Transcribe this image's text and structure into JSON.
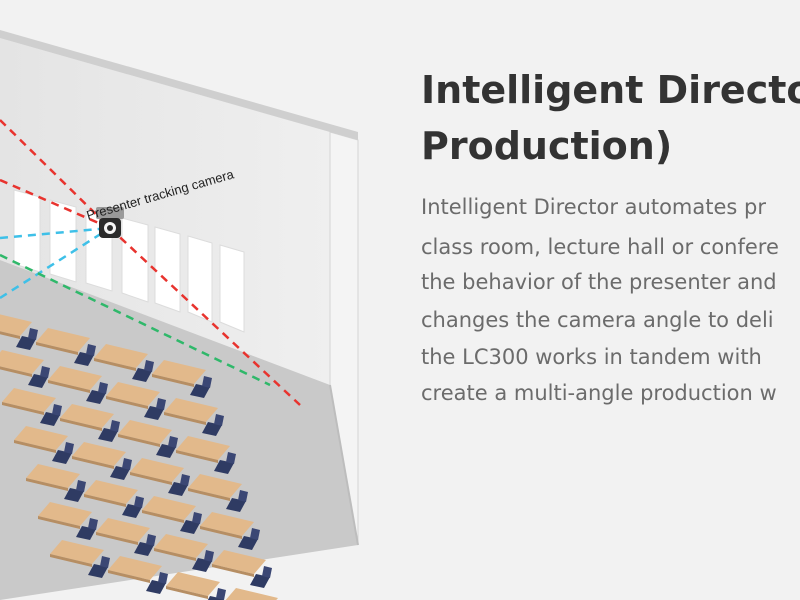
{
  "illustration": {
    "camera_label": "Presenter tracking camera",
    "beam_colors": {
      "red": "#e8332e",
      "cyan": "#3ec0e8",
      "green": "#2fb86a"
    }
  },
  "headline": {
    "line1": "Intelligent Director",
    "line2": "Production)"
  },
  "body": {
    "lines": [
      "Intelligent Director automates pr",
      "class room, lecture hall or confere",
      "the behavior of the presenter and",
      "changes the camera angle to deli",
      "the LC300 works in tandem with",
      "create a multi-angle production w"
    ]
  },
  "colors": {
    "background": "#f2f2f2",
    "headline": "#333333",
    "body": "#6b6b6b"
  }
}
